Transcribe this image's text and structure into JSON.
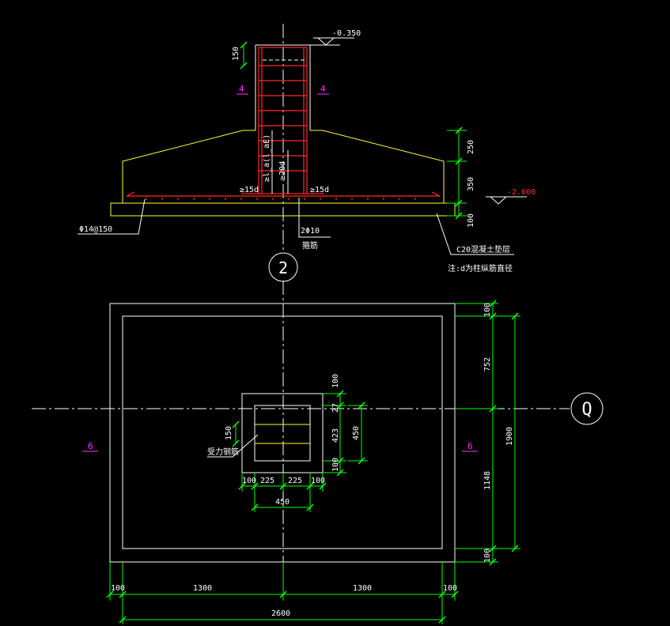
{
  "elevations": {
    "top": "-0.350",
    "bottom": "-2.000"
  },
  "section": {
    "dim_top": "150",
    "dim_slope": "250",
    "dim_base": "350",
    "dim_pad": "100",
    "cut_left": "4",
    "cut_right": "4",
    "anchor_len": "≥l_a(l_aE)",
    "anchor_min": "≥20d",
    "hook_left": "≥15d",
    "hook_right": "≥15d",
    "bottom_bar": "Φ14@150",
    "stirrup": "2Φ10",
    "stirrup_note": "箍筋",
    "pad_note": "C20混凝土垫层",
    "footnote": "注:d为柱纵筋直径",
    "marker": "2"
  },
  "plan": {
    "axis_label": "Q",
    "cut_left": "6",
    "cut_right": "6",
    "right_dims": [
      "100",
      "752",
      "27",
      "423",
      "100",
      "1148",
      "100"
    ],
    "total_height": "1900",
    "col_side": "450",
    "col_gap": "150",
    "col_label": "受力钢筋",
    "bottom_row": [
      "100",
      "225",
      "225",
      "100"
    ],
    "col_width": "450",
    "lower_row": [
      "100",
      "1300",
      "1300",
      "100"
    ],
    "total_width": "2600"
  }
}
